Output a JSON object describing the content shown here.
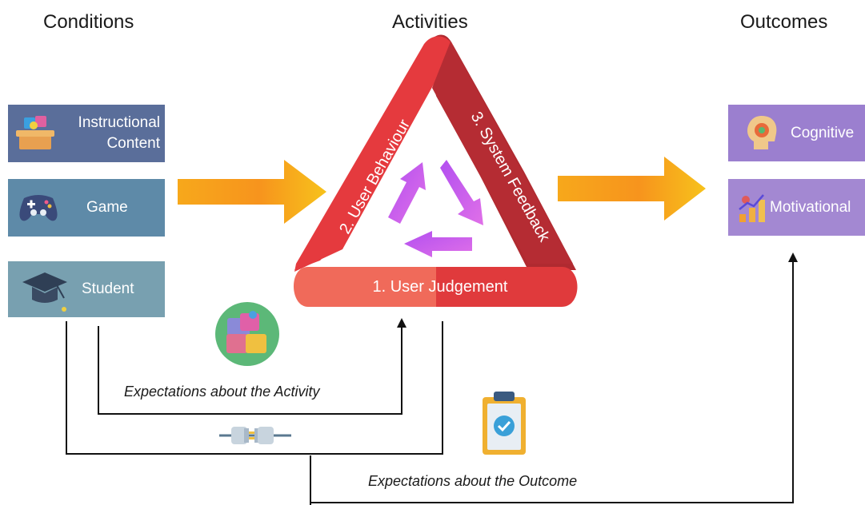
{
  "headings": {
    "conditions": "Conditions",
    "activities": "Activities",
    "outcomes": "Outcomes"
  },
  "conditions": {
    "instructional": {
      "line1": "Instructional",
      "line2": "Content",
      "icon": "instructional-content-icon"
    },
    "game": {
      "label": "Game",
      "icon": "gamepad-icon"
    },
    "student": {
      "label": "Student",
      "icon": "graduation-cap-icon"
    }
  },
  "activities": {
    "user_behaviour": "2. User Behaviour",
    "system_feedback": "3. System Feedback",
    "user_judgement": "1. User Judgement"
  },
  "outcomes": {
    "cognitive": {
      "label": "Cognitive",
      "icon": "brain-icon"
    },
    "motivational": {
      "label": "Motivational",
      "icon": "growth-chart-icon"
    }
  },
  "expectations": {
    "activity": "Expectations about the Activity",
    "outcome": "Expectations about the Outcome"
  },
  "colors": {
    "instructional_box": "#5a6e9a",
    "game_box": "#5e8aa8",
    "student_box": "#78a0b0",
    "outcome_box": "#9b7fcf",
    "triangle_red": "#e03a3c",
    "triangle_dark": "#b02a30",
    "triangle_light": "#f0705a",
    "arrow_orange": "#f5a623",
    "cycle_arrow": "#c45ce8"
  }
}
